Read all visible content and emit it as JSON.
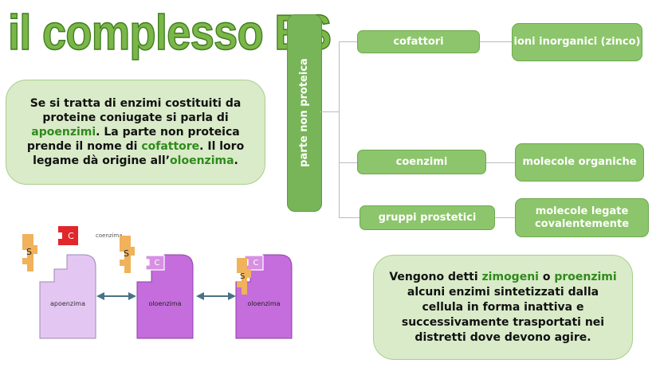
{
  "title": "il complesso ES",
  "intro": {
    "t1": "Se si tratta di enzimi costituiti da proteine coniugate si parla di ",
    "h1": "apoenzimi",
    "t2": ". La parte non proteica prende il nome di ",
    "h2": "cofattore",
    "t3": ". Il loro legame dà origine all’",
    "h3": "oloenzima",
    "t4": "."
  },
  "tree": {
    "root": "parte non proteica",
    "branches": [
      {
        "label": "cofattori",
        "child": "ioni inorganici (zinco)"
      },
      {
        "label": "coenzimi",
        "child": "molecole organiche"
      },
      {
        "label": "gruppi prostetici",
        "child": "molecole legate covalentemente"
      }
    ]
  },
  "zimogeni": {
    "t1": "Vengono detti ",
    "h1": "zimogeni",
    "t2": " o ",
    "h2": "proenzimi",
    "t3": " alcuni enzimi sintetizzati dalla cellula in forma inattiva e successivamente trasportati nei distretti dove devono agire."
  },
  "diagram": {
    "coenzyme_letter": "C",
    "coenzyme_label": "coenzima",
    "substrate_letter": "S",
    "apoenzyme_label": "apoenzima",
    "holoenzyme_label": "oloenzima",
    "colors": {
      "substrate": "#f0b25a",
      "coenzyme_free": "#e1262c",
      "coenzyme_bound": "#c66ad8",
      "apoenzyme": "#e4c6f2",
      "holoenzyme": "#c56ddc",
      "arrow": "#4a7286"
    }
  },
  "colors": {
    "title": "#7bb648",
    "highlight": "#2f8a1b",
    "node": "#8cc56b",
    "box": "#d9ebc9"
  }
}
